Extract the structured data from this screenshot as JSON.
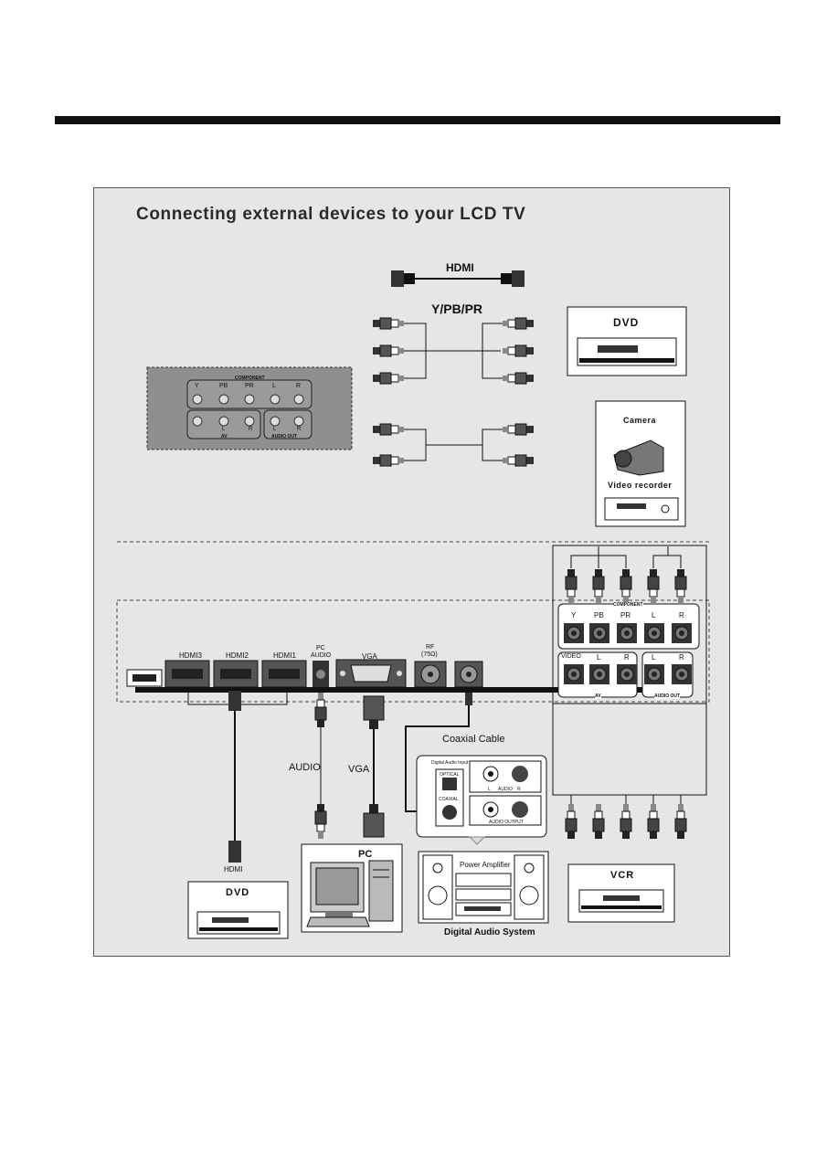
{
  "title": "Connecting external devices to your LCD TV",
  "cables": {
    "hdmi": "HDMI",
    "ypbpr": "Y/PB/PR",
    "coaxial": "Coaxial Cable",
    "audio": "AUDIO",
    "vga": "VGA",
    "hdmi_bottom": "HDMI"
  },
  "side_panel": {
    "component": "COMPONENT",
    "top_jacks": [
      "Y",
      "PB",
      "PR",
      "L",
      "R"
    ],
    "bottom_jacks": [
      "L",
      "R",
      "L",
      "R"
    ],
    "av": "AV",
    "audio_out": "AUDIO OUT"
  },
  "rear_ports": {
    "hdmi3": "HDMI3",
    "hdmi2": "HDMI2",
    "hdmi1": "HDMI1",
    "pc_audio_line1": "PC",
    "pc_audio_line2": "AUDIO",
    "vga": "VGA",
    "rf_line1": "RF",
    "rf_line2": "(75Ω)"
  },
  "right_panel": {
    "component": "COMPONENT",
    "top_jacks": [
      "Y",
      "PB",
      "PR",
      "L",
      "R"
    ],
    "bottom_jacks": [
      "VIDEO",
      "L",
      "R",
      "L",
      "R"
    ],
    "av": "AV",
    "audio_out": "AUDIO OUT"
  },
  "devices": {
    "dvd_top": "DVD",
    "camera": "Camera",
    "video_recorder": "Video recorder",
    "dvd_bottom": "DVD",
    "pc": "PC",
    "vcr": "VCR",
    "power_amplifier": "Power Amplifier",
    "digital_audio_system": "Digital Audio System"
  },
  "audio_module": {
    "digital_audio_input": "Digital Audio Input",
    "optical": "OPTICAL",
    "coaxial": "COAXIAL",
    "l": "L",
    "audio": "AUDIO",
    "r": "R",
    "audio_output": "AUDIO OUTPUT"
  },
  "colors": {
    "panel_bg": "#e6e6e6",
    "jack_dark": "#2b2b2b",
    "side_panel_bg": "#8f8f8f"
  }
}
